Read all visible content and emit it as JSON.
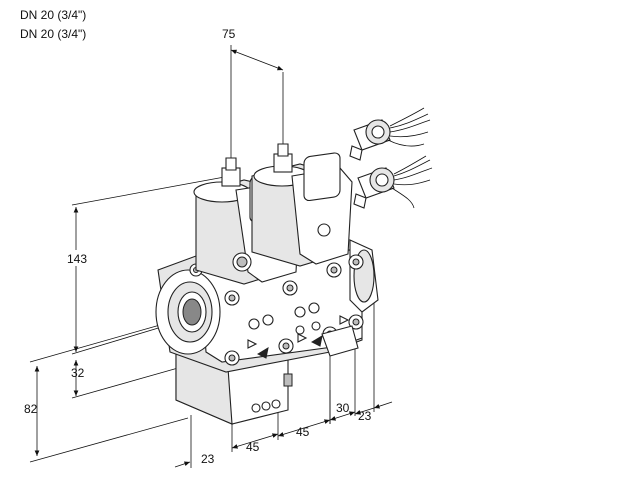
{
  "header": {
    "line1": "DN 20 (3/4\")",
    "line2": "DN 20 (3/4\")"
  },
  "dimensions": {
    "top_spacing": "75",
    "height_total": "143",
    "height_lower": "32",
    "height_left": "82",
    "width_bottom_left": "23",
    "width_mid_1": "45",
    "width_mid_2": "45",
    "width_right_1": "30",
    "width_right_2": "23"
  }
}
